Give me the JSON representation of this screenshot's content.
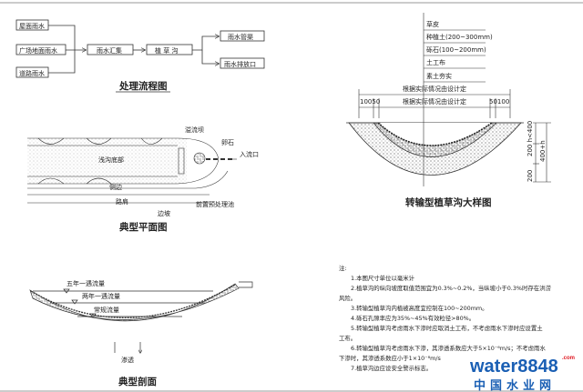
{
  "flowchart": {
    "sources": [
      "屋面雨水",
      "广场地面雨水",
      "道路雨水"
    ],
    "collect": "雨水汇集",
    "swale": "植 草 沟",
    "outputs": [
      "雨水管渠",
      "雨水排放口"
    ],
    "title": "处理流程图"
  },
  "detail": {
    "layers": [
      "草皮",
      "种植土(200~300mm)",
      "砾石(100~200mm)",
      "土工布",
      "素土夯实"
    ],
    "design_notes": [
      "根据实际情况由设计定",
      "根据实际情况由设计定"
    ],
    "dim_left": "10050",
    "dim_right": "50100",
    "dim_v1": "200",
    "dim_v2": "200 h<400",
    "dim_v3": "400+h",
    "title": "转输型植草沟大样图"
  },
  "plan": {
    "labels": {
      "overflow_dam": "溢流坝",
      "pebble": "卵石",
      "inlet": "入流口",
      "channel_bottom": "浅沟底部",
      "slope_edge": "侧边",
      "road_shoulder": "路肩",
      "side_slope": "边坡",
      "pretreatment": "前置预处理池"
    },
    "title": "典型平面图"
  },
  "section": {
    "levels": [
      "五年一遇流量",
      "两年一遇流量",
      "常规流量"
    ],
    "infiltration": "渗透",
    "title": "典型剖面"
  },
  "notes": {
    "heading": "注:",
    "lines": [
      "1.本图尺寸单位以毫米计",
      "2.植草沟的纵向坡度取值范围宜为0.3%~0.2%，当纵坡小于0.3%时存在洪涝",
      "风险。",
      "3.转输型植草沟内植被高度宜控制在100~200mm。",
      "4.砾石孔隙率应为35%~45%有效粒径>80%。",
      "5.转输型植草沟考虑雨水下渗时应取消土工布，不考虑雨水下渗时应设置土",
      "工布。",
      "6.转输型植草沟考虑雨水下渗，其渗透系数应大于5×10⁻⁶m/s；不考虑雨水",
      "下渗时，其渗透系数应小于1×10⁻⁸m/s",
      "7.植草沟边应设安全警示标志。"
    ]
  },
  "watermark": {
    "brand": "water8848",
    "suffix": ".com",
    "cn": "中国水业网"
  },
  "colors": {
    "line": "#333333",
    "watermark_blue": "#1a5fb4",
    "watermark_red": "#e01b24"
  }
}
